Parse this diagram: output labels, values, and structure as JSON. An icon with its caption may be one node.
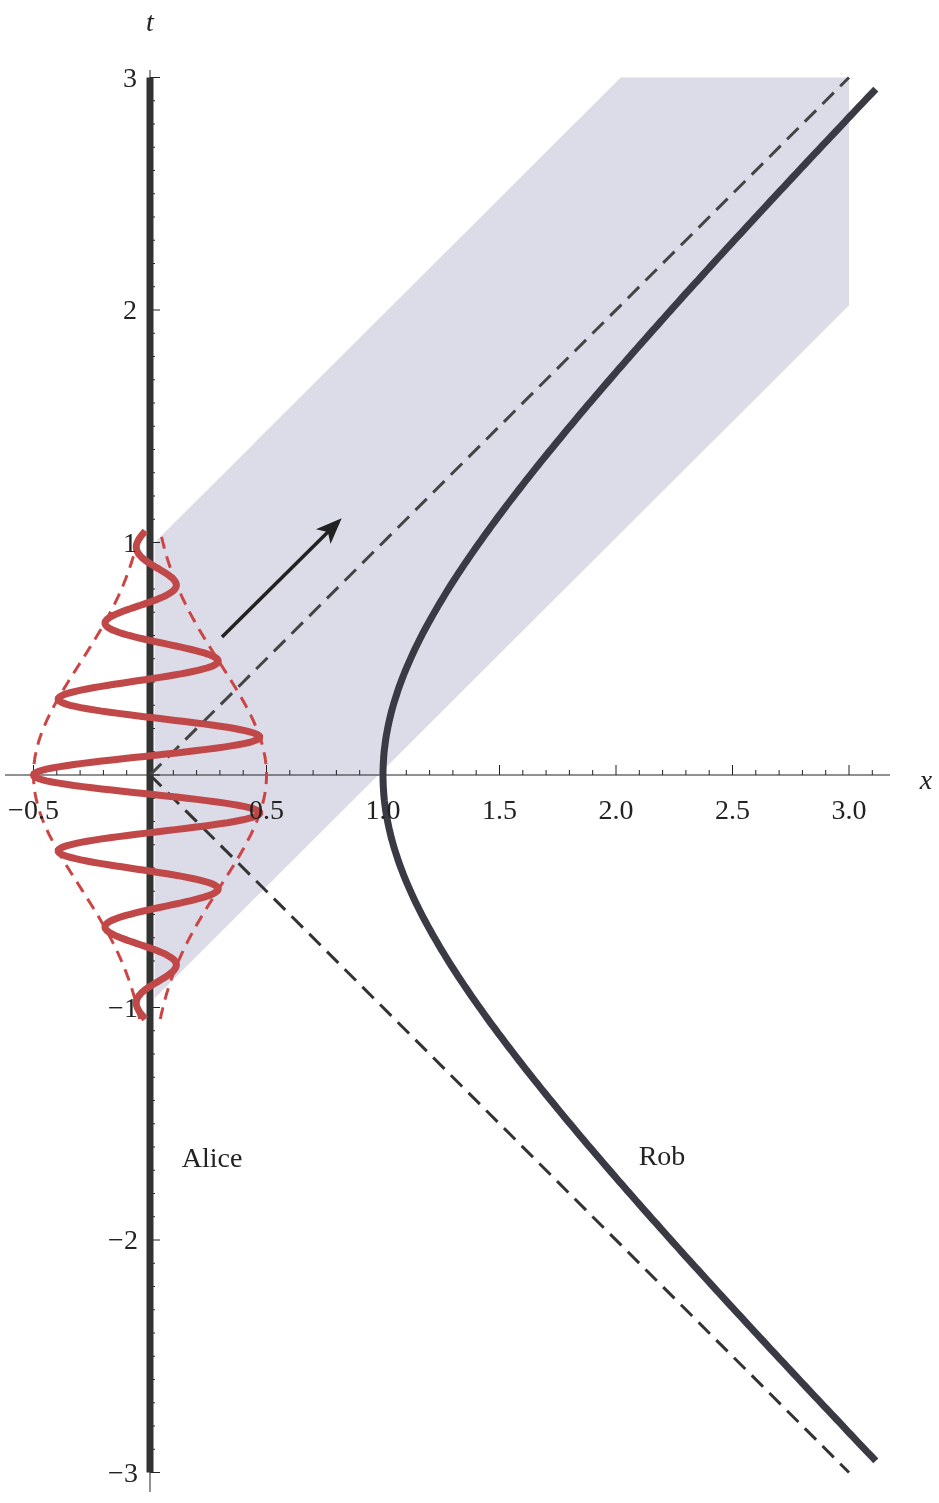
{
  "diagram": {
    "labels": [
      "t",
      "x",
      "3",
      "2",
      "1",
      "−1",
      "−2",
      "−3",
      "−0.5",
      "0.5",
      "1.0",
      "1.5",
      "2.0",
      "2.5",
      "3.0",
      "Alice",
      "Rob"
    ]
  }
}
